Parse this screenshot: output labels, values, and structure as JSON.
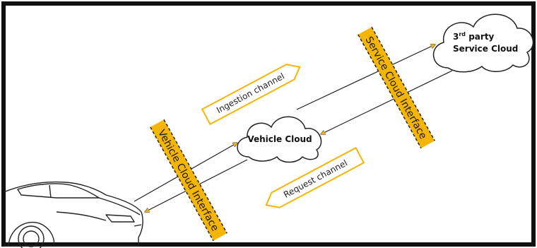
{
  "diagram": {
    "nodes": {
      "third_party_cloud": {
        "line1_prefix": "3",
        "line1_sup": "rd",
        "line1_suffix": " party",
        "line2": "Service Cloud"
      },
      "vehicle_cloud": {
        "label": "Vehicle Cloud"
      }
    },
    "interfaces": {
      "service_cloud": {
        "label": "Service Cloud Interface"
      },
      "vehicle_cloud": {
        "label": "Vehicle Cloud Interface"
      }
    },
    "channels": {
      "ingestion": {
        "label": "Ingestion channel"
      },
      "request": {
        "label": "Request channel"
      }
    },
    "colors": {
      "frame": "#111111",
      "interface_fill": "#f5b500",
      "channel_outline": "#f5b500",
      "line": "#222222",
      "arrowhead": "#f5b500"
    }
  }
}
